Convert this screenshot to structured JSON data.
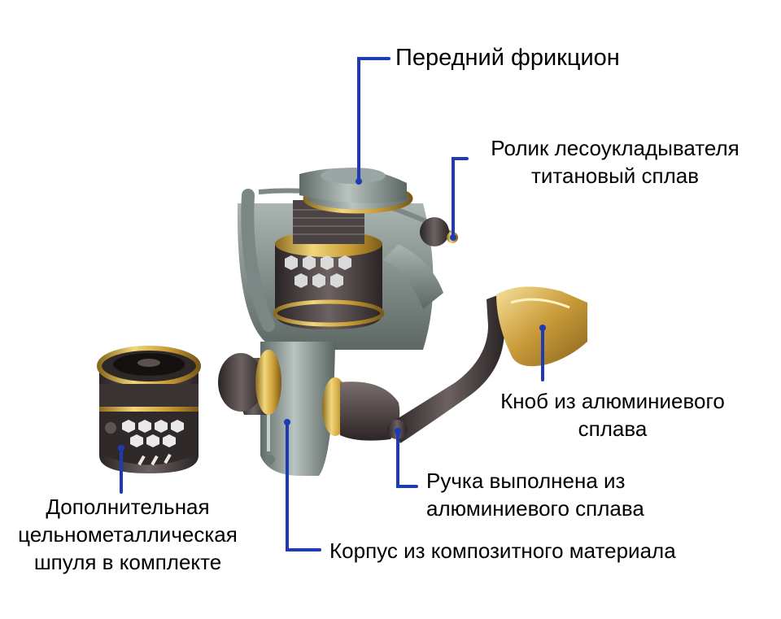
{
  "colors": {
    "leader": "#1f3bb3",
    "text": "#000000",
    "background": "#ffffff",
    "body_metal": "#8e9a97",
    "gold": "#c9a646",
    "dark_metal": "#3d3636"
  },
  "callouts": [
    {
      "id": "front_drag",
      "lines": [
        "Передний фрикцион"
      ]
    },
    {
      "id": "line_roller",
      "lines": [
        "Ролик лесоукладывателя",
        "титановый сплав"
      ]
    },
    {
      "id": "knob",
      "lines": [
        "Кноб из алюминиевого",
        "сплава"
      ]
    },
    {
      "id": "handle",
      "lines": [
        "Ручка выполнена из",
        "алюминиевого сплава"
      ]
    },
    {
      "id": "body",
      "lines": [
        "Корпус из композитного материала"
      ]
    },
    {
      "id": "spare_spool",
      "lines": [
        "Дополнительная",
        "цельнометаллическая",
        "шпуля в комплекте"
      ]
    }
  ]
}
